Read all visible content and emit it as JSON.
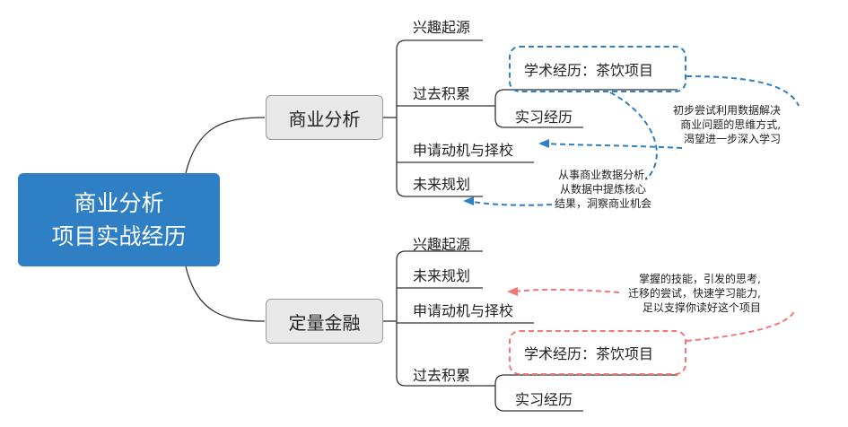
{
  "root": {
    "line1": "商业分析",
    "line2": "项目实战经历"
  },
  "branch1": {
    "label": "商业分析",
    "items": [
      "兴趣起源",
      "过去积累",
      "申请动机与择校",
      "未来规划"
    ],
    "sub": [
      "学术经历：茶饮项目",
      "实习经历"
    ]
  },
  "branch2": {
    "label": "定量金融",
    "items": [
      "兴趣起源",
      "未来规划",
      "申请动机与择校",
      "过去积累"
    ],
    "sub": [
      "学术经历：茶饮项目",
      "实习经历"
    ]
  },
  "notes": {
    "blue1": [
      "初步尝试利用数据解决",
      "商业问题的思维方式,",
      "渴望进一步深入学习"
    ],
    "blue2": [
      "从事商业数据分析,",
      "从数据中提炼核心",
      "结果，洞察商业机会"
    ],
    "red1": [
      "掌握的技能，引发的思考,",
      "迁移的尝试，快速学习能力,",
      "足以支撑你读好这个项目"
    ]
  },
  "colors": {
    "root": "#2f7fc5",
    "blue_dash": "#2f7fc5",
    "red_dash": "#f07878"
  }
}
